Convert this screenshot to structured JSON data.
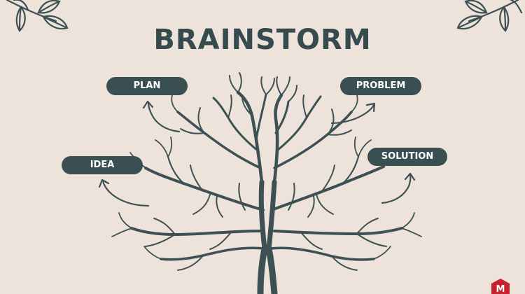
{
  "title": "BRAINSTORM",
  "labels": {
    "plan": "PLAN",
    "problem": "PROBLEM",
    "idea": "IDEA",
    "solution": "SOLUTION"
  },
  "logo": {
    "letter": "M"
  },
  "colors": {
    "background": "#eee3da",
    "ink": "#364b4e",
    "pill": "#3a4f52",
    "pill_text": "#ffffff",
    "logo_red": "#c8202f"
  },
  "icons": [
    "leaf-branch-icon",
    "arrow-icon",
    "tree-illustration",
    "brand-logo"
  ]
}
